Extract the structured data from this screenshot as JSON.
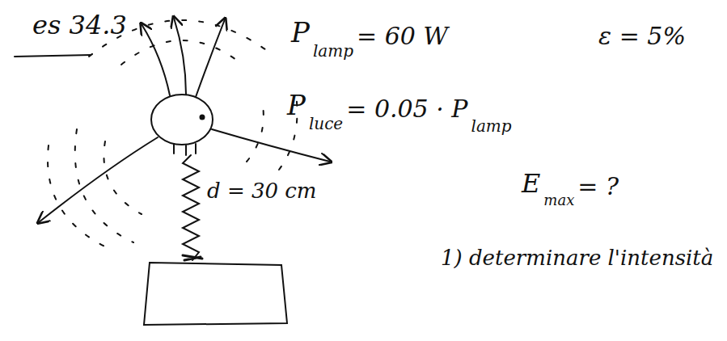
{
  "diagram": {
    "labels": [
      "es 34.3",
      "P",
      "lamp",
      "= 60 W",
      "ε = 5%",
      "P",
      "luce",
      "= 0.05 · P",
      "lamp",
      "d = 30 cm",
      "E",
      "max",
      "= ?",
      "1) determinare l'intensità"
    ]
  }
}
